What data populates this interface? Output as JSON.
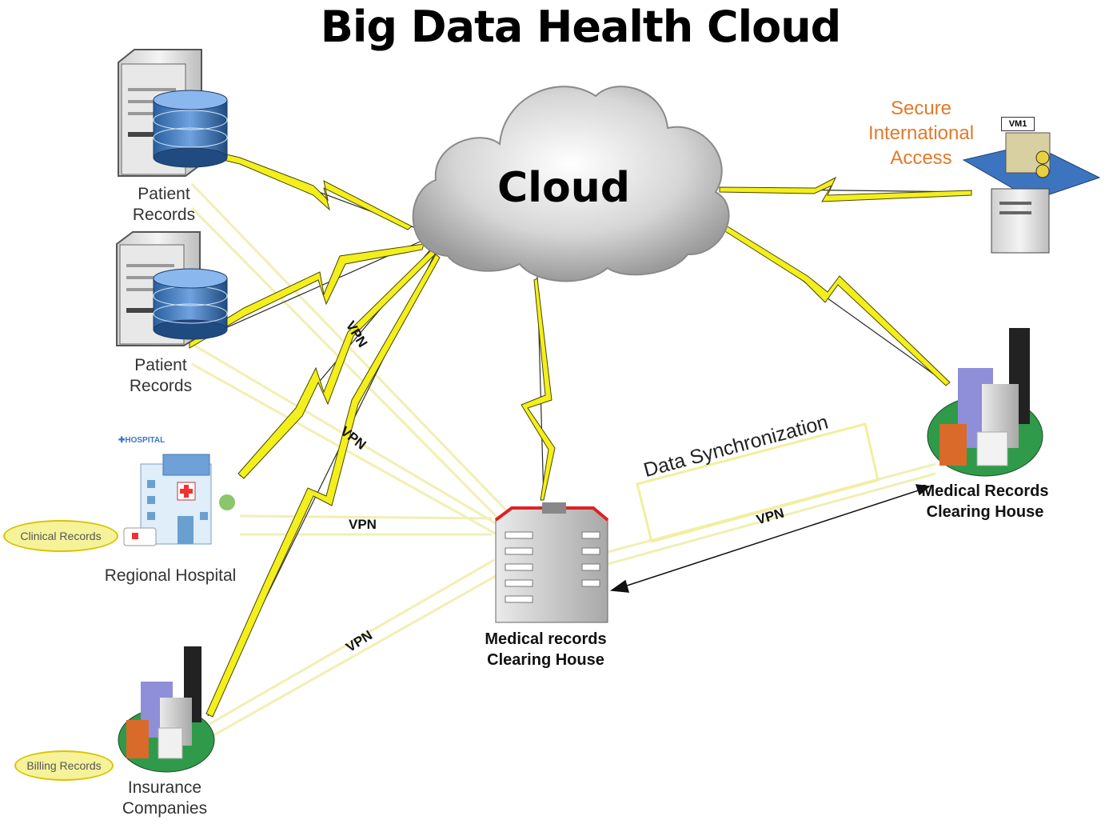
{
  "title": "Big Data Health Cloud",
  "cloud_label": "Cloud",
  "secure_access": "Secure\nInternational\nAccess",
  "vm_label": "VM1",
  "nodes": {
    "patient_records_1": "Patient\nRecords",
    "patient_records_2": "Patient\nRecords",
    "regional_hospital": "Regional Hospital",
    "hospital_sign": "✚HOSPITAL",
    "insurance": "Insurance\nCompanies",
    "clearing_center": "Medical records\nClearing House",
    "clearing_right": "Medical Records\nClearing House"
  },
  "tags": {
    "clinical": "Clinical Records",
    "billing": "Billing Records"
  },
  "data_sync": "Data Synchronization",
  "vpn_labels": [
    "VPN",
    "VPN",
    "VPN",
    "VPN",
    "VPN"
  ],
  "colors": {
    "bolt": "#f2ee1a",
    "bolt_stroke": "#3a3a00",
    "link": "#f4f2b0",
    "secure_text": "#e07a2a",
    "pill_fill": "#f6f29a"
  }
}
